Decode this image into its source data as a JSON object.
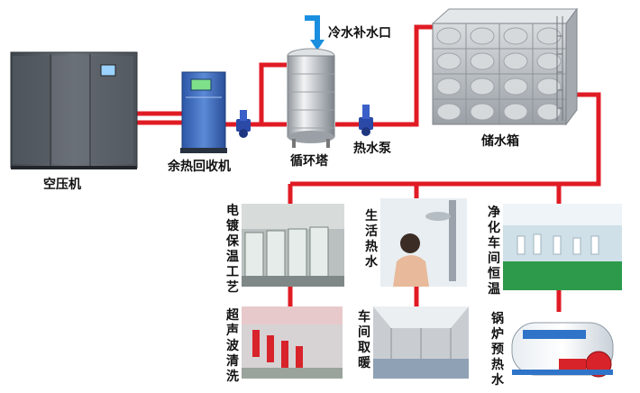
{
  "labels": {
    "air_compressor": "空压机",
    "heat_recovery": "余热回收机",
    "circulation_tower": "循环塔",
    "hot_water_pump": "热水泵",
    "cold_water_inlet": "冷水补水口",
    "storage_tank": "储水箱",
    "electroplating": "电镀保温工艺",
    "domestic_hot_water": "生活热水",
    "clean_workshop": "净化车间恒温",
    "ultrasonic_cleaning": "超声波清洗",
    "workshop_heating": "车间取暖",
    "boiler_preheat": "锅炉预热水"
  },
  "colors": {
    "pipe_hot": "#e01b24",
    "pipe_cold": "#1a8fe0",
    "steel": "#c9ccd0",
    "compressor": "#5a6068",
    "recovery_unit": "#3a67b8",
    "pump": "#2b4aa8"
  }
}
